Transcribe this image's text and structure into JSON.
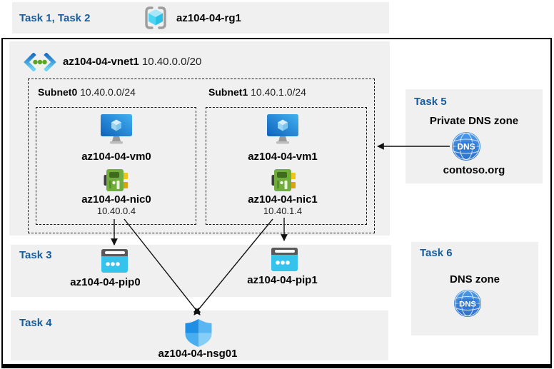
{
  "header": {
    "tasks_label": "Task 1, Task 2",
    "resource_group_name": "az104-04-rg1"
  },
  "vnet": {
    "name": "az104-04-vnet1",
    "cidr": "10.40.0.0/20"
  },
  "subnets": [
    {
      "name": "Subnet0",
      "cidr": "10.40.0.0/24",
      "vm_name": "az104-04-vm0",
      "nic_name": "az104-04-nic0",
      "nic_ip": "10.40.0.4"
    },
    {
      "name": "Subnet1",
      "cidr": "10.40.1.0/24",
      "vm_name": "az104-04-vm1",
      "nic_name": "az104-04-nic1",
      "nic_ip": "10.40.1.4"
    }
  ],
  "task3": {
    "label": "Task 3",
    "pip0_name": "az104-04-pip0",
    "pip1_name": "az104-04-pip1"
  },
  "task4": {
    "label": "Task 4",
    "nsg_name": "az104-04-nsg01"
  },
  "task5": {
    "label": "Task 5",
    "title": "Private DNS zone",
    "zone_name": "contoso.org"
  },
  "task6": {
    "label": "Task 6",
    "title": "DNS zone"
  },
  "icons": {
    "dns_label": "DNS",
    "resource_group": "resource-group-icon",
    "virtual_network": "virtual-network-icon",
    "virtual_machine": "virtual-machine-icon",
    "network_interface": "network-interface-icon",
    "public_ip": "public-ip-icon",
    "network_security_group": "nsg-shield-icon",
    "dns_zone": "dns-globe-icon"
  },
  "colors": {
    "task_label": "#175d9d",
    "band_background": "#f0f0f0",
    "border": "#000000",
    "vm_blue": "#1268c4",
    "nic_green": "#71ad3d",
    "pip_cyan": "#35c3ee",
    "shield_blue": "#2492e6",
    "dns_blue": "#3b84d8",
    "cube_cyan": "#45ccf0",
    "bracket_gray": "#9d9d9d",
    "vnet_green_dot": "#5aa71e"
  }
}
